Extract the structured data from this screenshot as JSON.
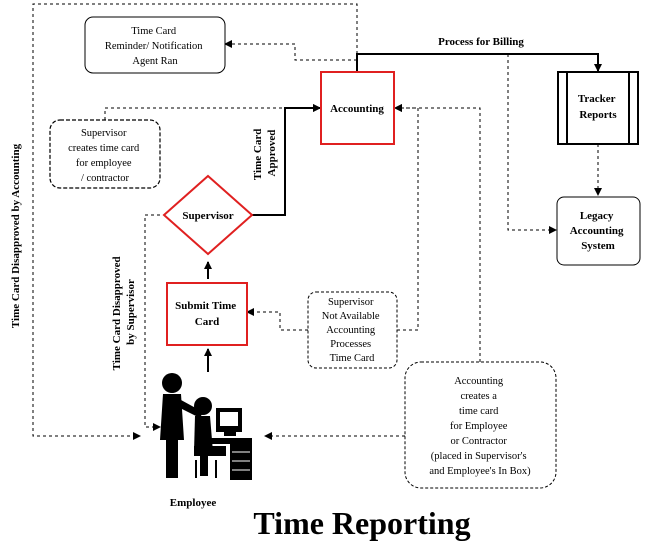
{
  "nodes": {
    "reminder": {
      "lines": [
        "Time Card",
        "Reminder/ Notification",
        "Agent Ran"
      ]
    },
    "accounting": {
      "label": "Accounting"
    },
    "tracker": {
      "lines": [
        "Tracker",
        "Reports"
      ]
    },
    "legacy": {
      "lines": [
        "Legacy",
        "Accounting",
        "System"
      ]
    },
    "supervisor_creates": {
      "lines": [
        "Supervisor",
        "creates time card",
        "for employee",
        "/ contractor"
      ]
    },
    "supervisor": {
      "label": "Supervisor"
    },
    "submit": {
      "lines": [
        "Submit Time",
        "Card"
      ]
    },
    "not_available": {
      "lines": [
        "Supervisor",
        "Not Available",
        "Accounting",
        "Processes",
        "Time Card"
      ]
    },
    "accounting_creates": {
      "lines": [
        "Accounting",
        "creates a",
        "time card",
        "for Employee",
        "or Contractor",
        "(placed in Supervisor's",
        "and Employee's In Box)"
      ]
    },
    "employee": {
      "label": "Employee"
    }
  },
  "edge_labels": {
    "process_for_billing": "Process for Billing",
    "approved": [
      "Time Card",
      "Approved"
    ],
    "disapproved_supervisor": [
      "Time Card Disapproved",
      "by Supervisor"
    ],
    "disapproved_accounting": "Time Card Disapproved by Accounting"
  },
  "title": "Time Reporting"
}
